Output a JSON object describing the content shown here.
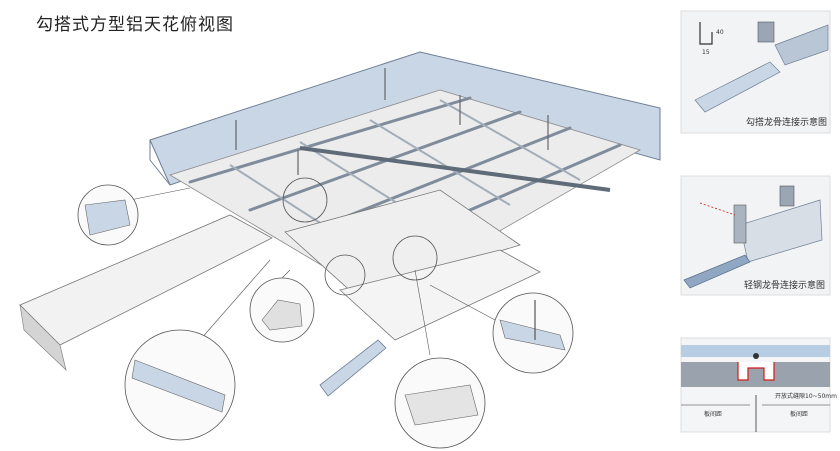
{
  "title": "勾搭式方型铝天花俯视图",
  "panels": {
    "top_right": {
      "caption": "勾搭龙骨连接示意图",
      "dim_height": "40",
      "dim_width": "15"
    },
    "mid_right": {
      "caption": "轻钢龙骨连接示意图"
    },
    "bottom_right": {
      "label_gap": "开放式缝隙10~50mm",
      "label_left": "板间距",
      "label_right": "板间距"
    }
  },
  "colors": {
    "wall": "#c9d6e6",
    "wall_edge": "#6e7f95",
    "panel": "#e8e8e8",
    "rail": "#9aa6b4",
    "accent_red": "#d11b1b"
  }
}
